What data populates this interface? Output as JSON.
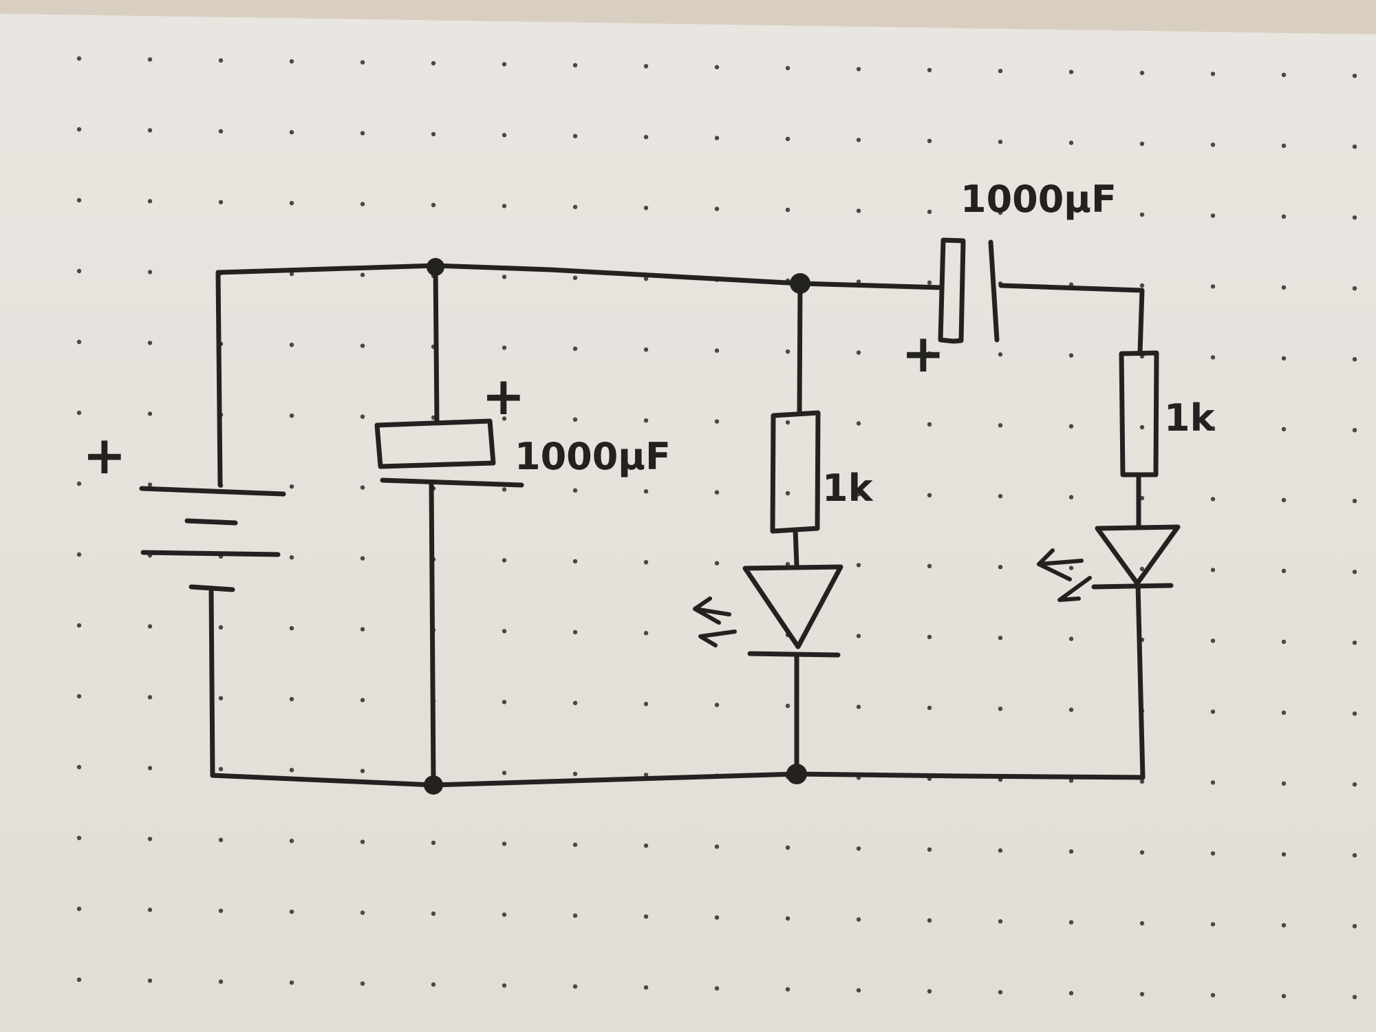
{
  "diagram": {
    "components": {
      "battery": {
        "polarity_label": "+"
      },
      "capacitor_parallel": {
        "value_label": "1000µF",
        "polarity_label": "+"
      },
      "capacitor_series": {
        "value_label": "1000µF",
        "polarity_label": "+"
      },
      "resistor_middle": {
        "value_label": "1k"
      },
      "resistor_right": {
        "value_label": "1k"
      },
      "led_middle": {},
      "led_right": {}
    },
    "colors": {
      "paper": "#ece8e3",
      "ink": "#232221",
      "grid_dot": "#4a4744"
    }
  }
}
